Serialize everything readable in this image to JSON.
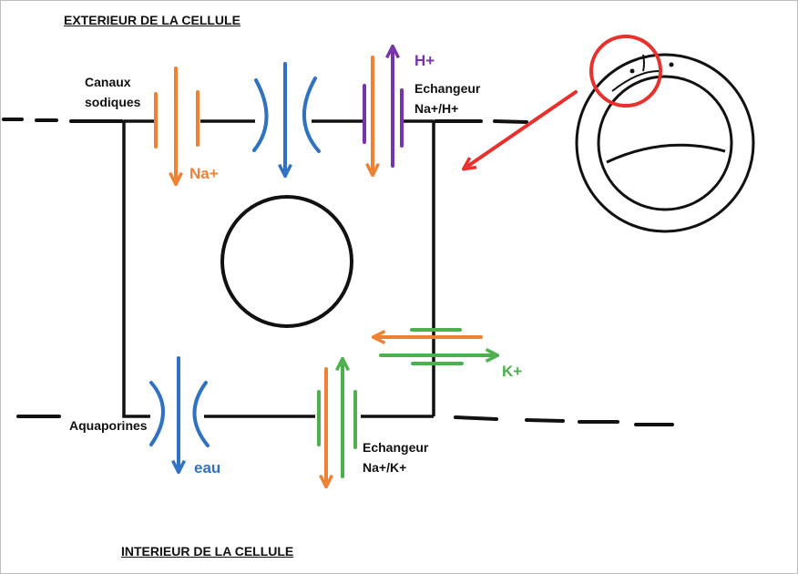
{
  "title_top": "EXTERIEUR DE LA CELLULE",
  "title_bottom": "INTERIEUR DE LA CELLULE",
  "labels": {
    "canaux_line1": "Canaux",
    "canaux_line2": "sodiques",
    "na_plus": "Na+",
    "h_plus": "H+",
    "echangeur_nah_line1": "Echangeur",
    "echangeur_nah_line2": "Na+/H+",
    "k_plus": "K+",
    "aquaporines": "Aquaporines",
    "eau": "eau",
    "echangeur_nak_line1": "Echangeur",
    "echangeur_nak_line2": "Na+/K+"
  },
  "colors": {
    "membrane": "#111111",
    "sodium": "#ee8232",
    "water": "#2f72c0",
    "proton": "#7a32a8",
    "potassium": "#4cb04c",
    "highlight": "#e8302c"
  },
  "icons": {
    "nucleus": "circle",
    "cell_outline": "rectangle",
    "aquaporin": "channel-arcs",
    "mini_cell": "circle-in-circle"
  }
}
